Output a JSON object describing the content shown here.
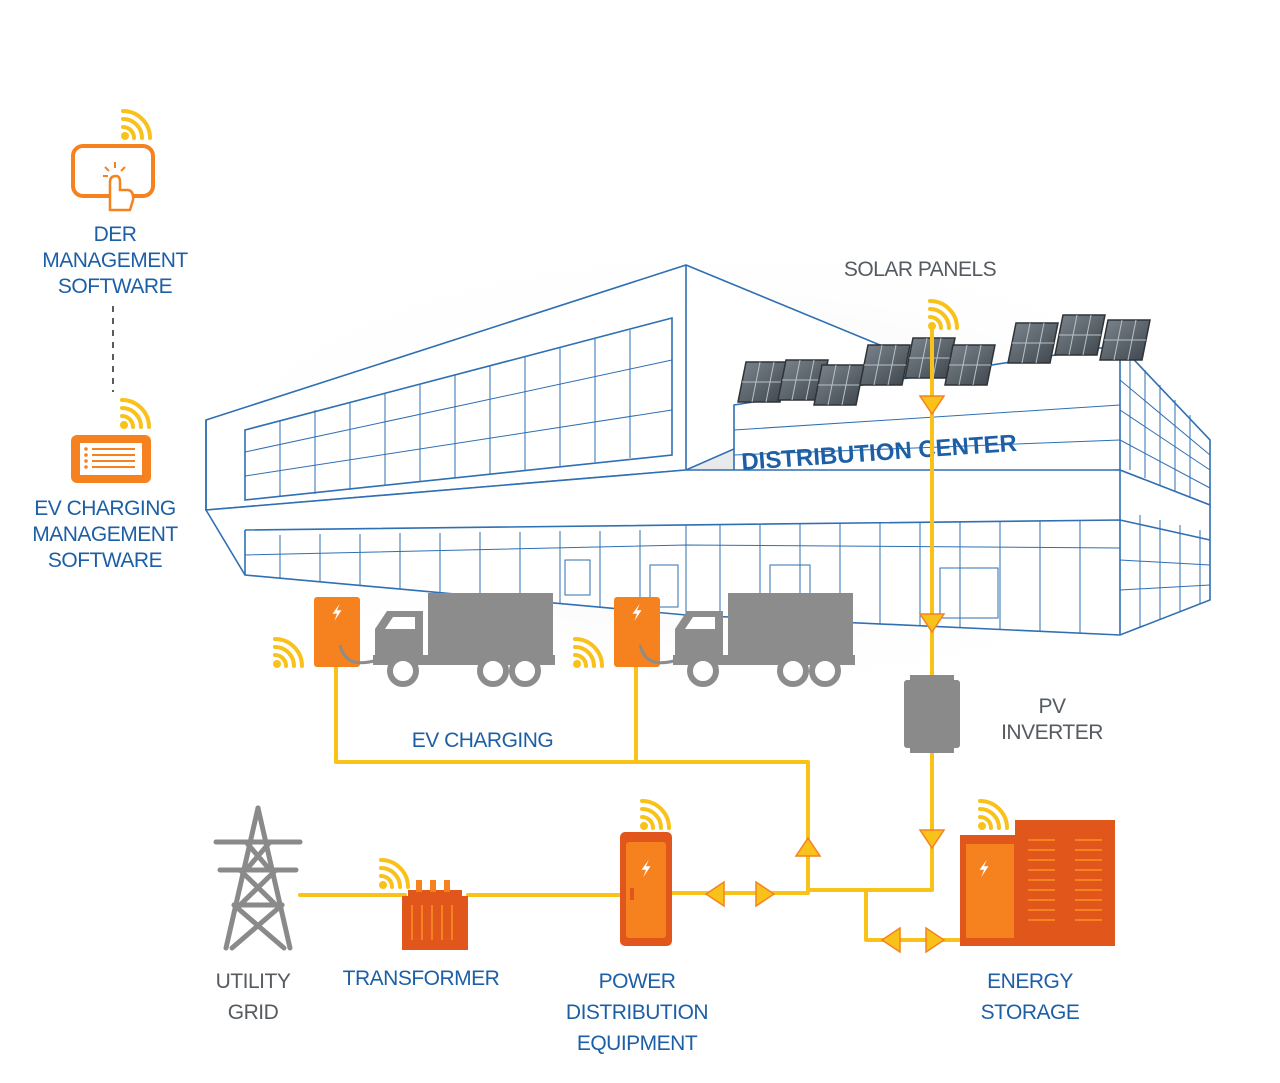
{
  "colors": {
    "orange": "#f5821f",
    "orange_dark": "#e0561b",
    "yellow_line": "#f9c21b",
    "building_line": "#2f6fb3",
    "label_blue": "#1d5fa6",
    "label_gray": "#555b61",
    "gray_equipment": "#8a8a8a"
  },
  "software": {
    "der": {
      "line1": "DER",
      "line2": "MANAGEMENT",
      "line3": "SOFTWARE",
      "icon": "touch-screen-icon"
    },
    "ev": {
      "line1": "EV CHARGING",
      "line2": "MANAGEMENT",
      "line3": "SOFTWARE",
      "icon": "list-screen-icon"
    }
  },
  "building": {
    "sign": "DISTRIBUTION CENTER"
  },
  "labels": {
    "solar_panels": "SOLAR PANELS",
    "pv_inverter_line1": "PV",
    "pv_inverter_line2": "INVERTER",
    "ev_charging": "EV CHARGING",
    "utility_grid_line1": "UTILITY",
    "utility_grid_line2": "GRID",
    "transformer": "TRANSFORMER",
    "power_dist_line1": "POWER",
    "power_dist_line2": "DISTRIBUTION",
    "power_dist_line3": "EQUIPMENT",
    "energy_storage_line1": "ENERGY",
    "energy_storage_line2": "STORAGE"
  }
}
